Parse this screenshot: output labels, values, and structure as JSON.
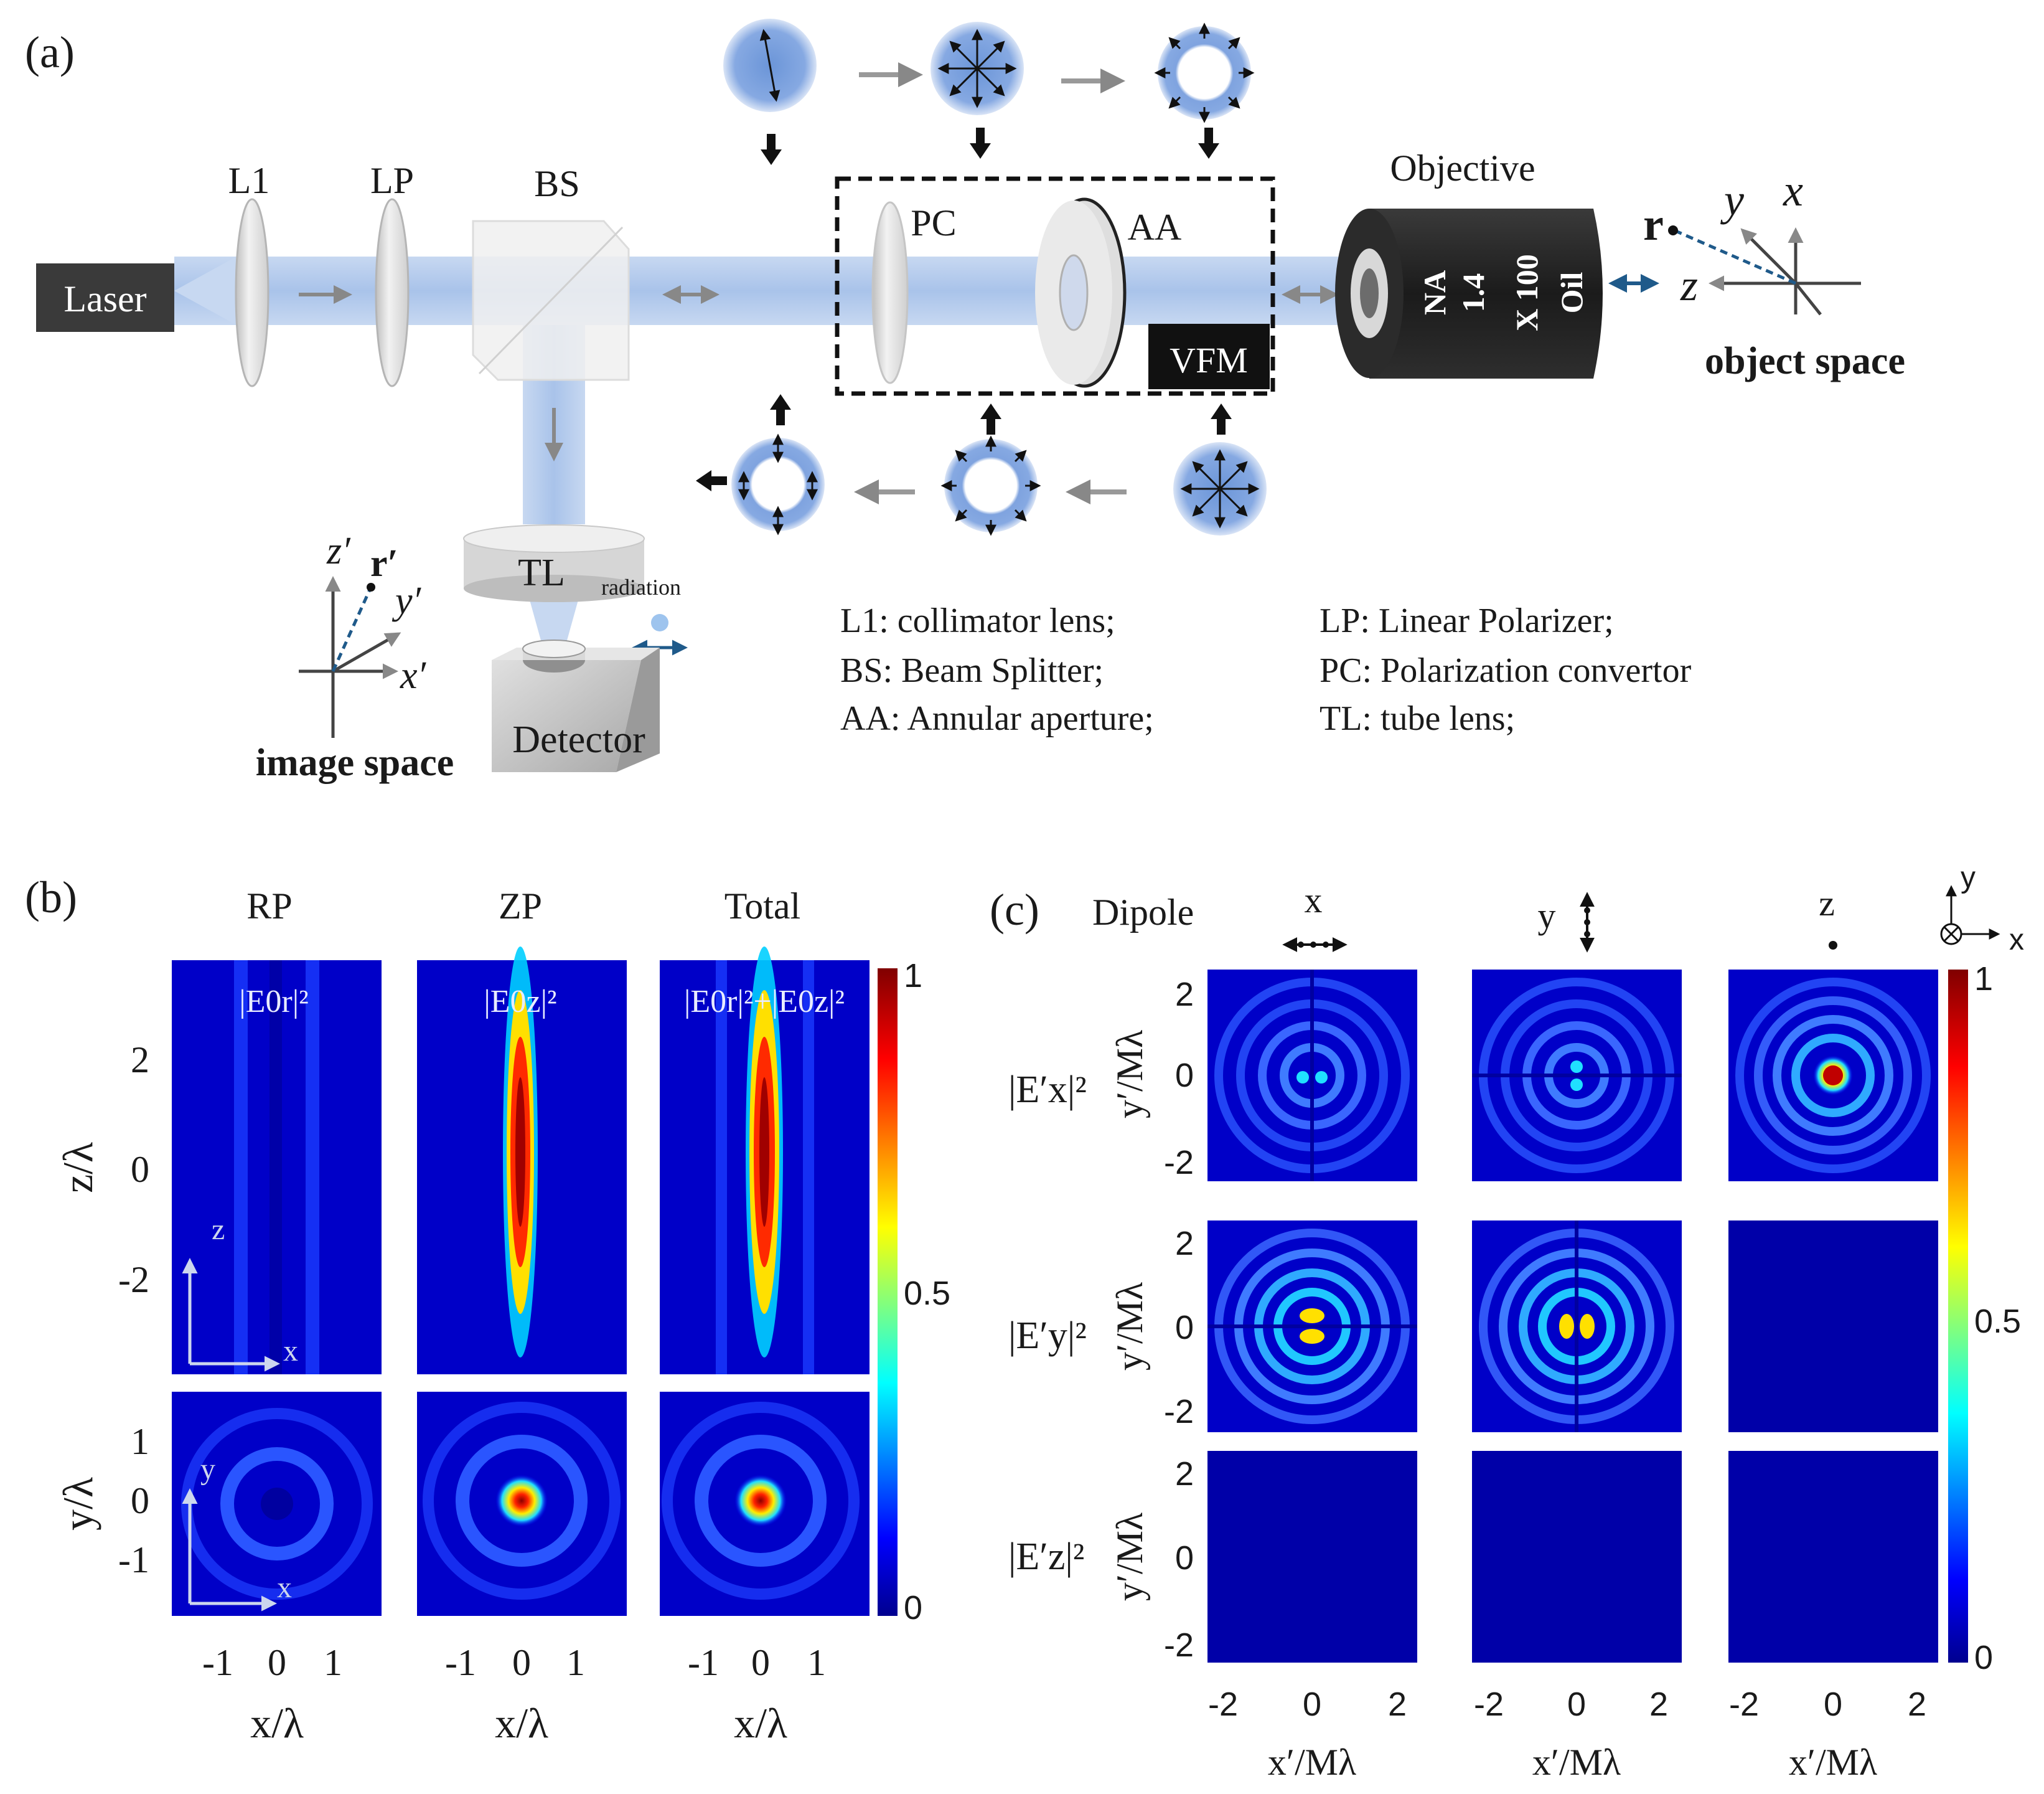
{
  "panels": {
    "a": "(a)",
    "b": "(b)",
    "c": "(c)"
  },
  "setup": {
    "laser": "Laser",
    "l1": "L1",
    "lp": "LP",
    "bs": "BS",
    "pc": "PC",
    "aa": "AA",
    "vfm": "VFM",
    "objective": "Objective",
    "objective_specs": [
      "NA",
      "1.4",
      "X 100",
      "Oil"
    ],
    "tl": "TL",
    "radiation": "radiation",
    "detector": "Detector",
    "object_space": "object space",
    "image_space": "image space",
    "obj_axes": {
      "r": "r",
      "x": "x",
      "y": "y",
      "z": "z"
    },
    "img_axes": {
      "r": "r′",
      "x": "x′",
      "y": "y′",
      "z": "z′"
    }
  },
  "legend": {
    "left": [
      "L1: collimator lens;",
      "BS: Beam Splitter;",
      "AA: Annular aperture;"
    ],
    "right": [
      "LP: Linear Polarizer;",
      "PC: Polarization convertor",
      "TL: tube lens;"
    ]
  },
  "panel_b": {
    "col_titles": [
      "RP",
      "ZP",
      "Total"
    ],
    "field_labels": [
      "|E0r|²",
      "|E0z|²",
      "|E0r|²+|E0z|²"
    ],
    "ylabel_top": "z/λ",
    "ylabel_bottom": "y/λ",
    "xlabel": "x/λ",
    "yticks_top": [
      "2",
      "0",
      "-2"
    ],
    "yticks_bottom": [
      "1",
      "0",
      "-1"
    ],
    "xticks": [
      "-1",
      "0",
      "1"
    ],
    "inset_top": {
      "v": "z",
      "h": "x"
    },
    "inset_bottom": {
      "v": "y",
      "h": "x"
    },
    "colorbar_ticks": [
      "1",
      "0.5",
      "0"
    ]
  },
  "panel_c": {
    "dipole": "Dipole",
    "cols": [
      "x",
      "y",
      "z"
    ],
    "row_labels": [
      "|E′x|²",
      "|E′y|²",
      "|E′z|²"
    ],
    "ylabel": "y′/Mλ",
    "xlabel": "x′/Mλ",
    "ticks": [
      "2",
      "0",
      "-2"
    ],
    "xticks": [
      "-2",
      "0",
      "2"
    ],
    "axis_icon": {
      "y": "y",
      "x": "x"
    },
    "colorbar_ticks": [
      "1",
      "0.5",
      "0"
    ]
  }
}
